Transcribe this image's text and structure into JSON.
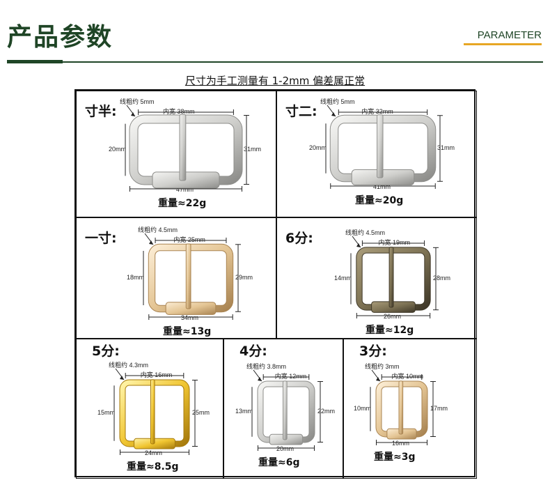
{
  "header": {
    "title": "产品参数",
    "subtitle": "PARAMETER"
  },
  "note": "尺寸为手工测量有 1-2mm 偏差属正常",
  "colors": {
    "brand_green": "#1f4526",
    "accent_orange": "#e7a624"
  },
  "products": [
    {
      "label": "寸半:",
      "thickness": "线粗约 5mm",
      "inner_width": "内宽 38mm",
      "inner_height": "20mm",
      "outer_height": "31mm",
      "outer_width": "47mm",
      "weight": "重量≈22g",
      "finish": "silver"
    },
    {
      "label": "寸二:",
      "thickness": "线粗约 5mm",
      "inner_width": "内宽 32mm",
      "inner_height": "20mm",
      "outer_height": "31mm",
      "outer_width": "41mm",
      "weight": "重量≈20g",
      "finish": "silver"
    },
    {
      "label": "一寸:",
      "thickness": "线粗约 4.5mm",
      "inner_width": "内宽 25mm",
      "inner_height": "18mm",
      "outer_height": "29mm",
      "outer_width": "34mm",
      "weight": "重量≈13g",
      "finish": "light-gold"
    },
    {
      "label": "6分:",
      "thickness": "线粗约 4.5mm",
      "inner_width": "内宽 19mm",
      "inner_height": "14mm",
      "outer_height": "28mm",
      "outer_width": "26mm",
      "weight": "重量≈12g",
      "finish": "bronze"
    },
    {
      "label": "5分:",
      "thickness": "线粗约 4.3mm",
      "inner_width": "内宽 16mm",
      "inner_height": "15mm",
      "outer_height": "25mm",
      "outer_width": "24mm",
      "weight": "重量≈8.5g",
      "finish": "gold"
    },
    {
      "label": "4分:",
      "thickness": "线粗约 3.8mm",
      "inner_width": "内宽 12mm",
      "inner_height": "13mm",
      "outer_height": "22mm",
      "outer_width": "20mm",
      "weight": "重量≈6g",
      "finish": "silver"
    },
    {
      "label": "3分:",
      "thickness": "线粗约 3mm",
      "inner_width": "内宽 10mm",
      "inner_height": "10mm",
      "outer_height": "17mm",
      "outer_width": "16mm",
      "weight": "重量≈3g",
      "finish": "light-gold"
    }
  ]
}
